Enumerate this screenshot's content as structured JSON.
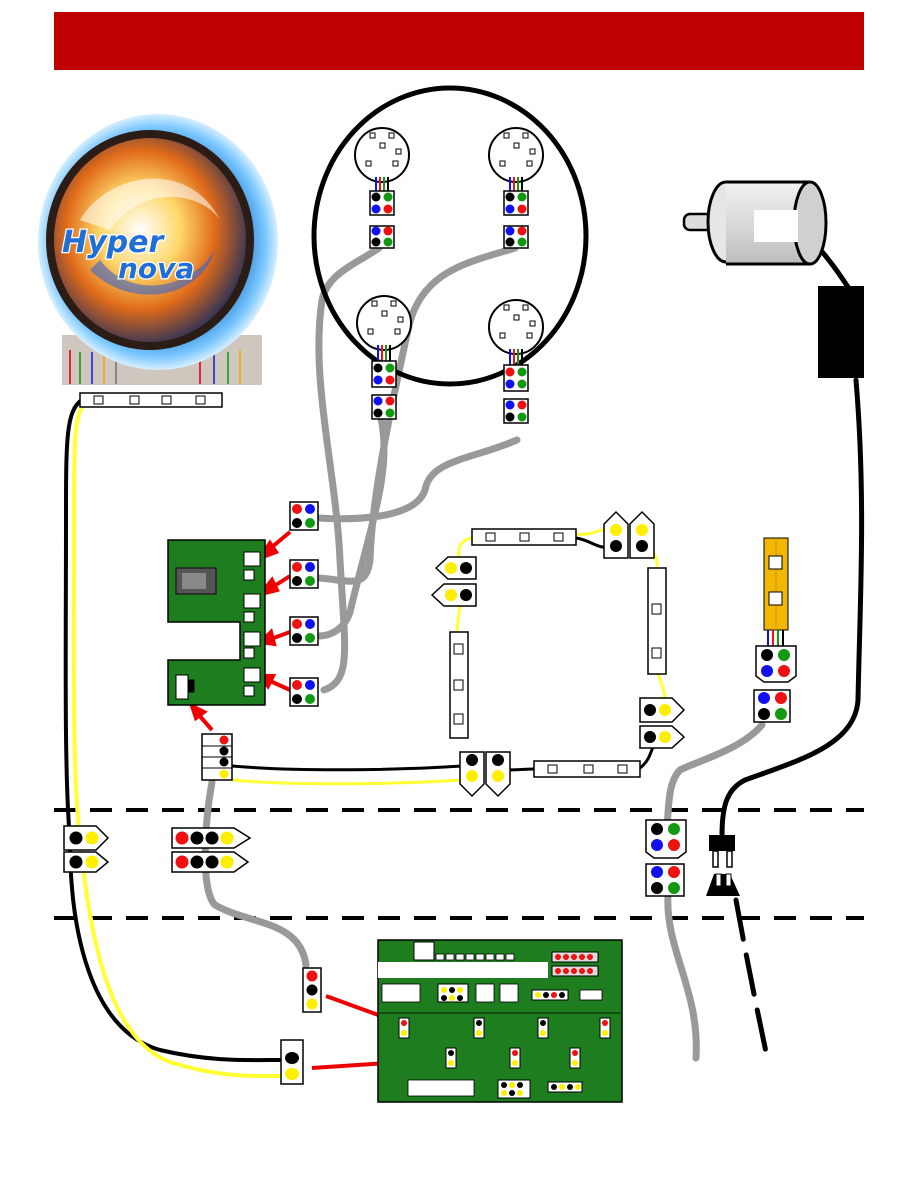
{
  "header": {
    "color": "#bf0000"
  },
  "logo": {
    "text": "Hyper nova",
    "line1": "Hyper",
    "line2": "nova"
  },
  "colors": {
    "wire_gray": "#999999",
    "wire_yellow": "#ffff33",
    "wire_black": "#000000",
    "board_green": "#1e7d1e",
    "led_red": "#ee1111",
    "led_blue": "#1111ee",
    "led_green": "#119911",
    "led_black": "#000000",
    "led_yellow": "#ffee00",
    "arrow_red": "#ee0000"
  },
  "icons": {
    "motor": "motor-icon",
    "power_plug": "power-plug-icon",
    "power_adapter": "power-adapter-icon",
    "controller_board": "controller-board-icon",
    "driver_board": "driver-board-icon"
  },
  "section_dividers": {
    "style": "dashed",
    "count": 2
  }
}
